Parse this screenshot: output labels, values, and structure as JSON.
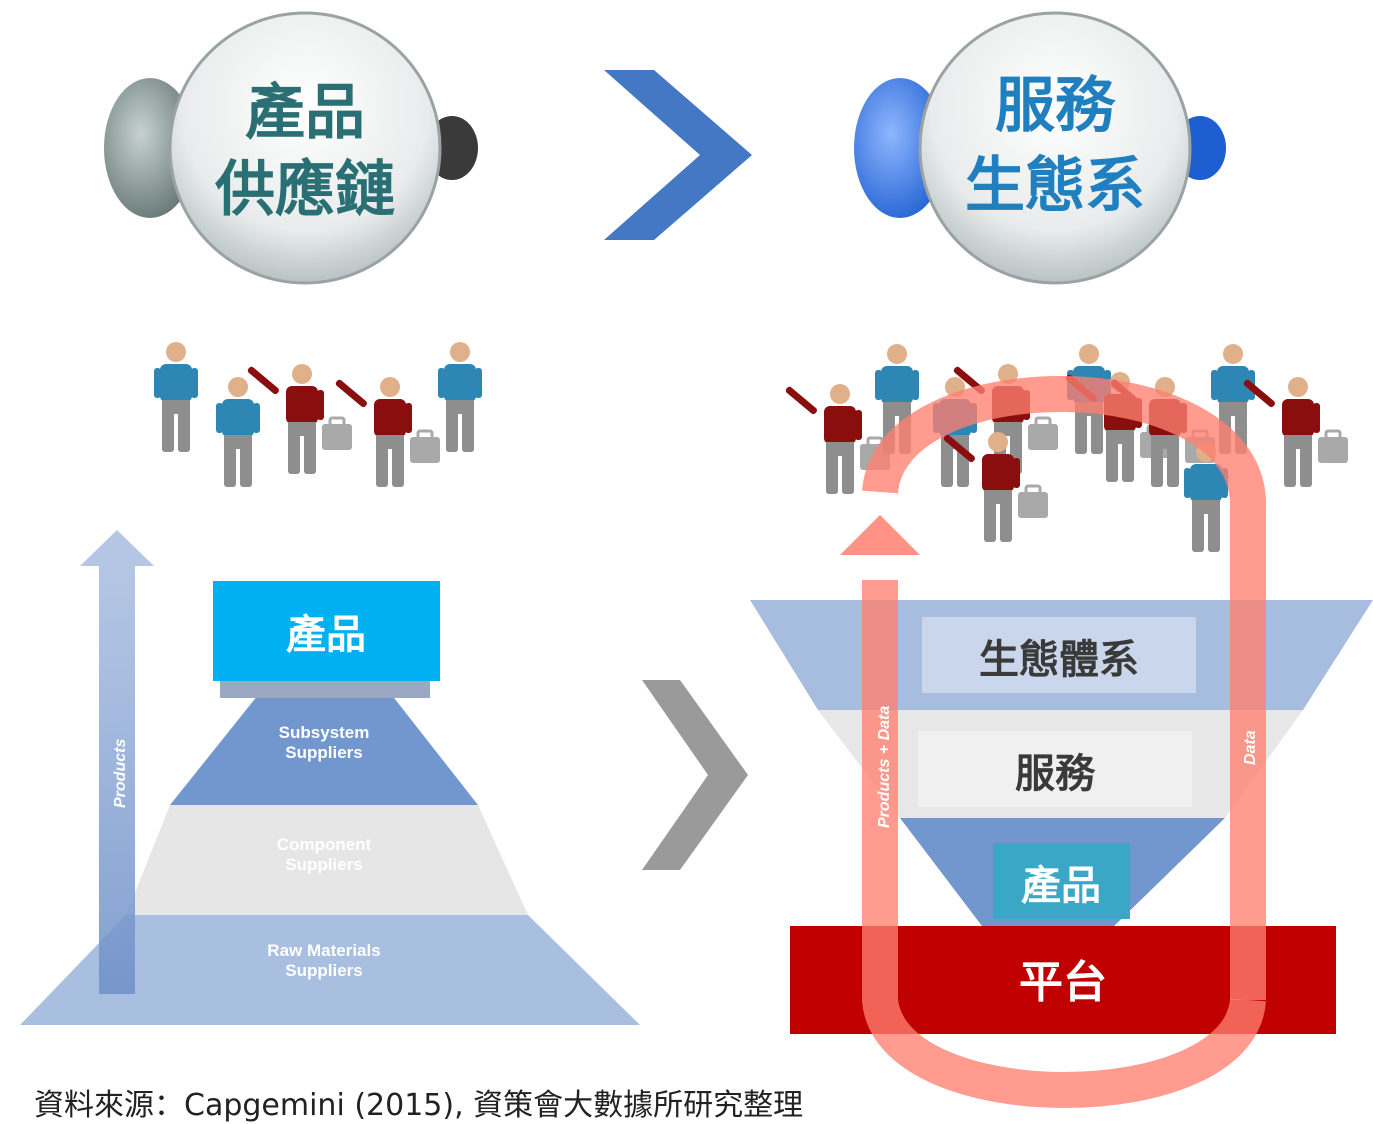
{
  "left_bubble": {
    "line1": "產品",
    "line2": "供應鏈"
  },
  "right_bubble": {
    "line1": "服務",
    "line2": "生態系"
  },
  "pyramid": {
    "top_box": "產品",
    "tier1": [
      "Subsystem",
      "Suppliers"
    ],
    "tier2": [
      "Component",
      "Suppliers"
    ],
    "tier3": [
      "Raw Materials",
      "Suppliers"
    ],
    "arrow_label": "Products"
  },
  "funnel": {
    "layer1": "生態體系",
    "layer2": "服務",
    "layer3": "產品",
    "platform": "平台",
    "left_arrow_label": "Products + Data",
    "right_arrow_label": "Data"
  },
  "source_text": "資料來源：Capgemini (2015), 資策會大數據所研究整理",
  "colors": {
    "bubble_text": "#2a6f73",
    "chevron_blue": "#4478c4",
    "chevron_gray": "#9a9a9a",
    "product_box": "#00b0f0",
    "platform_box": "#c00000",
    "loop_arrow": "#ff7f70",
    "person_blue": "#2e86b4",
    "person_red": "#8b0e0e"
  }
}
